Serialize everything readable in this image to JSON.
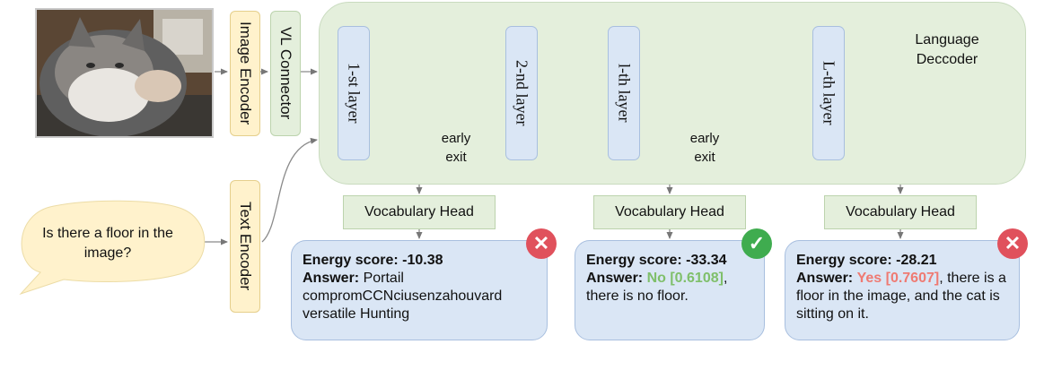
{
  "encoders": {
    "image_encoder": "Image Encoder",
    "vl_connector": "VL Connector",
    "text_encoder": "Text Encoder"
  },
  "decoder": {
    "title": "Language Deccoder",
    "layers": [
      "1-st layer",
      "2-nd layer",
      "l-th layer",
      "L-th layer"
    ]
  },
  "question": "Is there a floor in the image?",
  "early_exit_label": "early exit",
  "vocab_heads": [
    "Vocabulary Head",
    "Vocabulary Head",
    "Vocabulary Head"
  ],
  "outputs": [
    {
      "energy_label": "Energy score:",
      "energy_value": "-10.38",
      "answer_label": "Answer",
      "answer_text": "Portail compromCCNciusenzahouvard versatile Hunting",
      "status": "cross-icon"
    },
    {
      "energy_label": "Energy score:",
      "energy_value": "-33.34",
      "answer_label": "Answer",
      "answer_highlight": "No [0.6108]",
      "answer_rest": ", there is no floor.",
      "status": "check-icon"
    },
    {
      "energy_label": "Energy score:",
      "energy_value": "-28.21",
      "answer_label": "Answer",
      "answer_highlight": "Yes [0.7607]",
      "answer_rest": ", there is a floor in the image, and the cat is sitting on it.",
      "status": "cross-icon"
    }
  ],
  "colors": {
    "encoder_fill": "#fff2cc",
    "decoder_fill": "#e4efdc",
    "layer_fill": "#dae6f5",
    "correct": "#3fac4f",
    "wrong": "#e0515c"
  }
}
